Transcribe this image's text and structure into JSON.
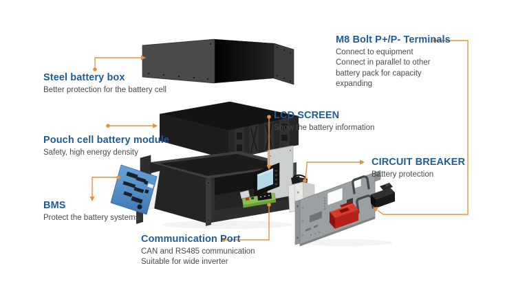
{
  "colors": {
    "heading": "#1f5c97",
    "body": "#4b4b4b",
    "accent": "#e8913c",
    "background": "#ffffff"
  },
  "callouts": {
    "steel_box": {
      "title": "Steel battery box",
      "lines": [
        "Better protection for the battery cell"
      ]
    },
    "pouch": {
      "title": "Pouch cell battery module",
      "lines": [
        "Safety, high energy density"
      ]
    },
    "bms": {
      "title": "BMS",
      "lines": [
        "Protect the battery systems"
      ]
    },
    "comm": {
      "title": "Communication Port",
      "lines": [
        "CAN and RS485 communication",
        "Suitable for wide inverter"
      ]
    },
    "lcd": {
      "title": "LCD SCREEN",
      "lines": [
        "Show the battery information"
      ]
    },
    "breaker": {
      "title": "CIRCUIT BREAKER",
      "lines": [
        "Battery protection"
      ]
    },
    "m8": {
      "title": "M8 Bolt P+/P- Terminals",
      "lines": [
        "Connect to equipment",
        "Connect in parallel to other",
        "battery pack for capacity",
        "expanding"
      ]
    }
  }
}
